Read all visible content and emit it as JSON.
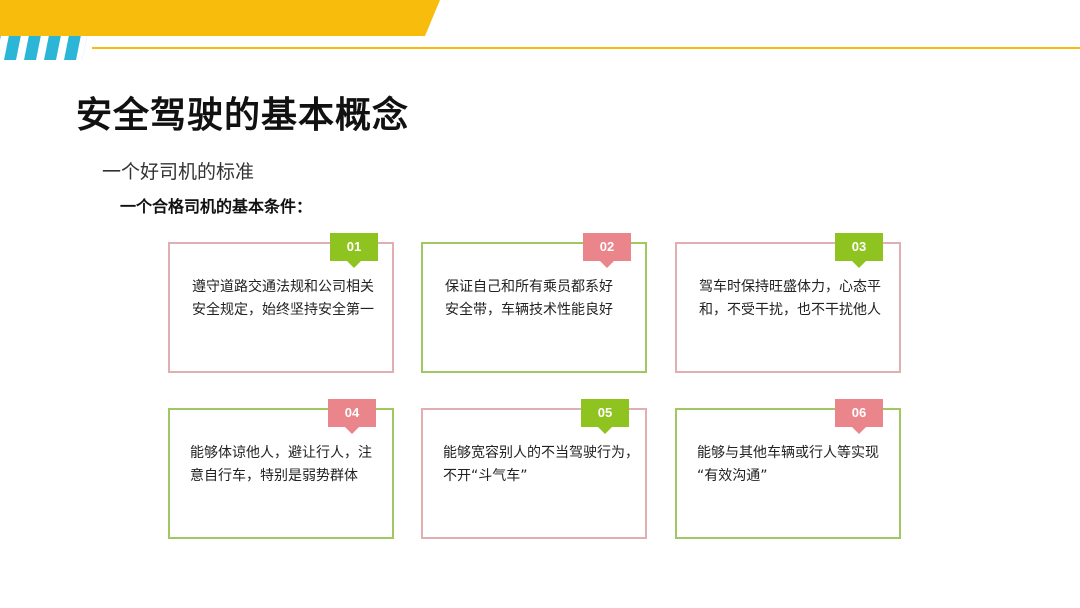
{
  "slide": {
    "title": "安全驾驶的基本概念",
    "subtitle": "一个好司机的标准",
    "heading": "一个合格司机的基本条件："
  },
  "cards": [
    {
      "number": "01",
      "text": "遵守道路交通法规和公司相关\n安全规定，始终坚持安全第一"
    },
    {
      "number": "02",
      "text": "保证自己和所有乘员都系好\n安全带，车辆技术性能良好"
    },
    {
      "number": "03",
      "text": "驾车时保持旺盛体力，心态平\n和，不受干扰，也不干扰他人"
    },
    {
      "number": "04",
      "text": "能够体谅他人，避让行人，注\n意自行车，特别是弱势群体"
    },
    {
      "number": "05",
      "text": "能够宽容别人的不当驾驶行为，\n不开“斗气车”"
    },
    {
      "number": "06",
      "text": "能够与其他车辆或行人等实现\n“有效沟通”"
    }
  ],
  "colors": {
    "accent_yellow": "#f8bd0c",
    "stripe_teal": "#2bb5d6",
    "tag_green": "#8fc31f",
    "tag_pink": "#e9858b",
    "border_green": "#9fc864",
    "border_pink": "#e2aeb2"
  }
}
